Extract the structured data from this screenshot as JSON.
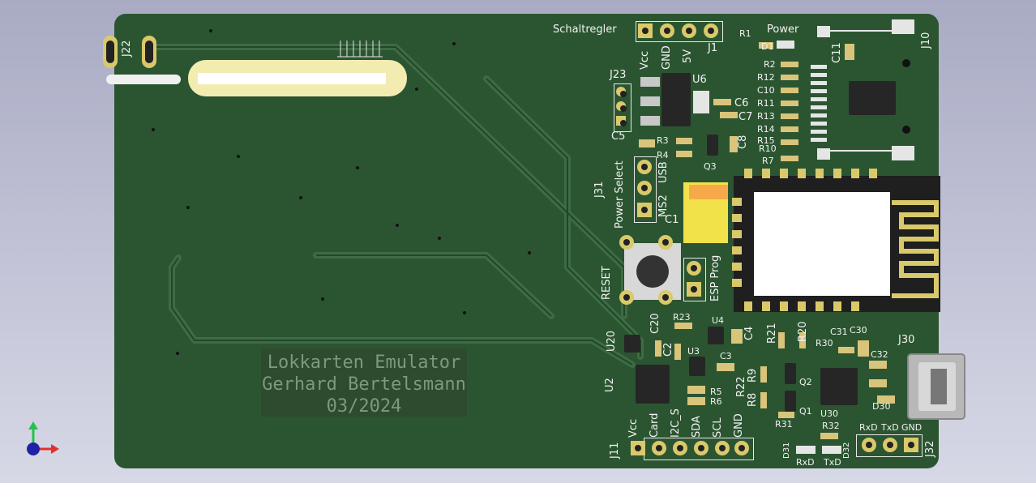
{
  "board": {
    "title_lines": [
      "Lokkarten Emulator",
      "Gerhard Bertelsmann",
      "03/2024"
    ]
  },
  "labels": {
    "schaltregler": "Schaltregler",
    "power": "Power",
    "j1": "J1",
    "j10": "J10",
    "j22": "J22",
    "j23": "J23",
    "j31": "J31",
    "power_select": "Power Select",
    "ms2": "MS2",
    "usb": "USB",
    "reset": "RESET",
    "esp_prog": "ESP Prog",
    "u6": "U6",
    "u2": "U2",
    "u20": "U20",
    "u3": "U3",
    "u4": "U4",
    "u30": "U30",
    "q1": "Q1",
    "q2": "Q2",
    "q3": "Q3",
    "j30": "J30",
    "j32": "J32",
    "j11": "J11",
    "d1": "D1",
    "d30": "D30",
    "d31": "D31",
    "d32": "D32",
    "vcc1": "Vcc",
    "gnd1": "GND",
    "v5": "5V",
    "r1": "R1",
    "r2": "R2",
    "r12": "R12",
    "c10": "C10",
    "r11": "R11",
    "r13": "R13",
    "r14": "R14",
    "r15": "R15",
    "r10": "R10",
    "r7": "R7",
    "c11": "C11",
    "c6": "C6",
    "c7": "C7",
    "c8": "C8",
    "c5": "C5",
    "r3": "R3",
    "r4": "R4",
    "c1": "C1",
    "r23": "R23",
    "c20": "C20",
    "c2": "C2",
    "c4": "C4",
    "c3": "C3",
    "r5": "R5",
    "r6": "R6",
    "r21": "R21",
    "r20": "R20",
    "r9": "R9",
    "r8": "R8",
    "r22": "R22",
    "r31": "R31",
    "r30": "R30",
    "c31": "C31",
    "c30": "C30",
    "c32": "C32",
    "r32": "R32",
    "rxd": "RxD",
    "txd": "TxD",
    "gnd_j32": "GND",
    "rxd_led": "RxD",
    "txd_led": "TxD",
    "j11_vcc": "Vcc",
    "j11_card": "Card",
    "j11_i2c": "I2C_S",
    "j11_sda": "SDA",
    "j11_scl": "SCL",
    "j11_gnd": "GND"
  },
  "colors": {
    "board": "#2b5531",
    "silkscreen": "#f2f2f2",
    "copper": "#d9c96a",
    "trace": "#3b6a3f"
  }
}
